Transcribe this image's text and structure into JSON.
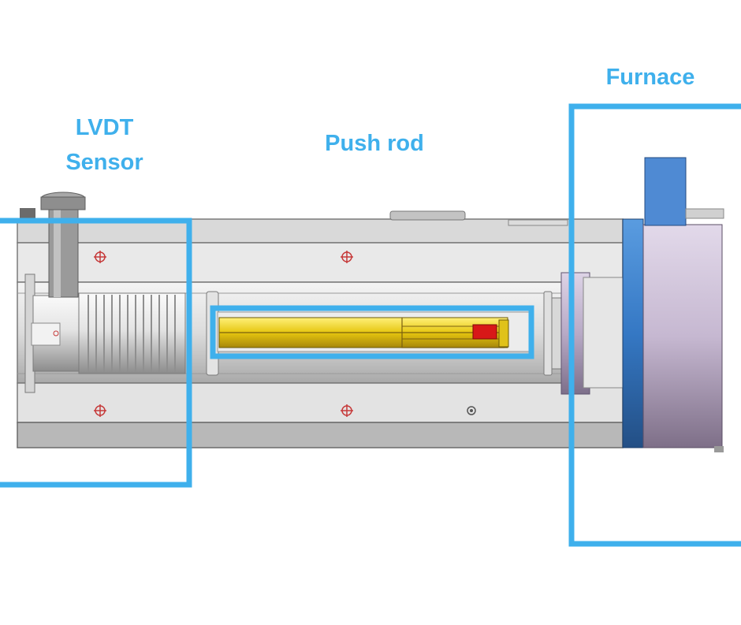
{
  "labels": {
    "lvdt_sensor_line1": "LVDT",
    "lvdt_sensor_line2": "Sensor",
    "push_rod": "Push rod",
    "furnace": "Furnace"
  },
  "colors": {
    "highlight": "#3fb0ec",
    "push_rod": "#e6c60f",
    "sample": "#d81818",
    "furnace_flange": "#2f74c8",
    "furnace_body": "#c9bdd4"
  }
}
